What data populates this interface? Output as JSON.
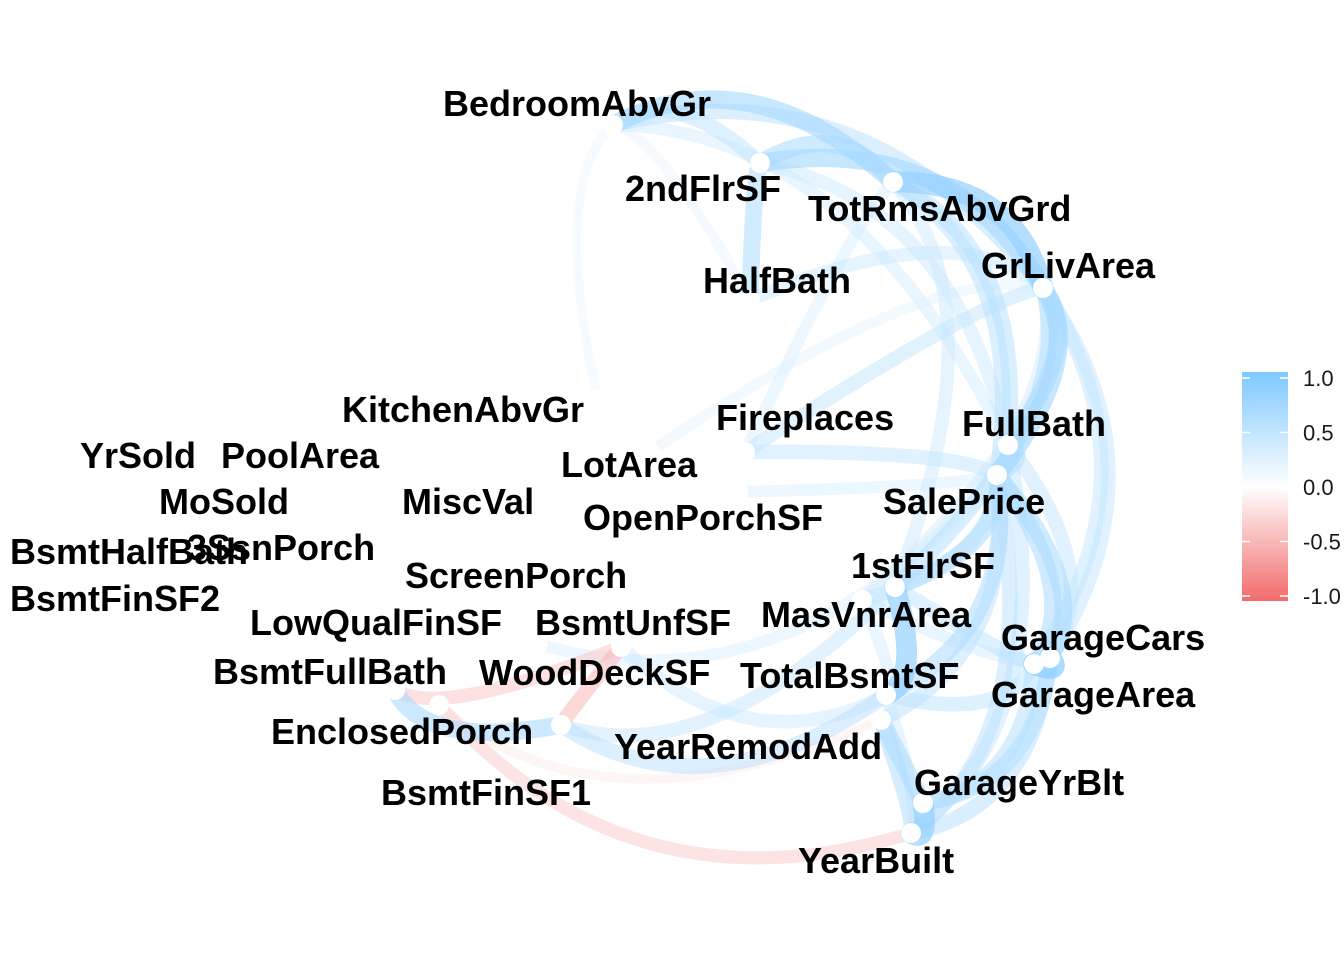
{
  "chart_data": {
    "type": "network",
    "nodes": [
      "BedroomAbvGr",
      "2ndFlrSF",
      "TotRmsAbvGrd",
      "HalfBath",
      "GrLivArea",
      "KitchenAbvGr",
      "Fireplaces",
      "FullBath",
      "YrSold",
      "PoolArea",
      "LotArea",
      "MoSold",
      "MiscVal",
      "OpenPorchSF",
      "SalePrice",
      "BsmtHalfBath",
      "3SsnPorch",
      "ScreenPorch",
      "1stFlrSF",
      "BsmtFinSF2",
      "LowQualFinSF",
      "BsmtUnfSF",
      "MasVnrArea",
      "GarageCars",
      "BsmtFullBath",
      "WoodDeckSF",
      "TotalBsmtSF",
      "GarageArea",
      "EnclosedPorch",
      "YearRemodAdd",
      "GarageYrBlt",
      "BsmtFinSF1",
      "YearBuilt"
    ],
    "edges": [
      {
        "from": "BedroomAbvGr",
        "to": "TotRmsAbvGrd",
        "r": 0.68
      },
      {
        "from": "BedroomAbvGr",
        "to": "GrLivArea",
        "r": 0.52
      },
      {
        "from": "BedroomAbvGr",
        "to": "2ndFlrSF",
        "r": 0.5
      },
      {
        "from": "BedroomAbvGr",
        "to": "HalfBath",
        "r": 0.23
      },
      {
        "from": "BedroomAbvGr",
        "to": "FullBath",
        "r": 0.36
      },
      {
        "from": "2ndFlrSF",
        "to": "GrLivArea",
        "r": 0.69
      },
      {
        "from": "2ndFlrSF",
        "to": "TotRmsAbvGrd",
        "r": 0.62
      },
      {
        "from": "2ndFlrSF",
        "to": "HalfBath",
        "r": 0.61
      },
      {
        "from": "2ndFlrSF",
        "to": "FullBath",
        "r": 0.42
      },
      {
        "from": "TotRmsAbvGrd",
        "to": "GrLivArea",
        "r": 0.83
      },
      {
        "from": "TotRmsAbvGrd",
        "to": "FullBath",
        "r": 0.55
      },
      {
        "from": "TotRmsAbvGrd",
        "to": "SalePrice",
        "r": 0.53
      },
      {
        "from": "TotRmsAbvGrd",
        "to": "1stFlrSF",
        "r": 0.41
      },
      {
        "from": "HalfBath",
        "to": "GrLivArea",
        "r": 0.42
      },
      {
        "from": "GrLivArea",
        "to": "FullBath",
        "r": 0.63
      },
      {
        "from": "GrLivArea",
        "to": "SalePrice",
        "r": 0.71
      },
      {
        "from": "GrLivArea",
        "to": "1stFlrSF",
        "r": 0.57
      },
      {
        "from": "GrLivArea",
        "to": "GarageCars",
        "r": 0.47
      },
      {
        "from": "GrLivArea",
        "to": "GarageArea",
        "r": 0.47
      },
      {
        "from": "GrLivArea",
        "to": "Fireplaces",
        "r": 0.46
      },
      {
        "from": "GrLivArea",
        "to": "MasVnrArea",
        "r": 0.39
      },
      {
        "from": "FullBath",
        "to": "SalePrice",
        "r": 0.56
      },
      {
        "from": "FullBath",
        "to": "GarageCars",
        "r": 0.47
      },
      {
        "from": "FullBath",
        "to": "YearBuilt",
        "r": 0.47
      },
      {
        "from": "SalePrice",
        "to": "GarageCars",
        "r": 0.64
      },
      {
        "from": "SalePrice",
        "to": "GarageArea",
        "r": 0.62
      },
      {
        "from": "SalePrice",
        "to": "TotalBsmtSF",
        "r": 0.61
      },
      {
        "from": "SalePrice",
        "to": "1stFlrSF",
        "r": 0.61
      },
      {
        "from": "SalePrice",
        "to": "YearBuilt",
        "r": 0.52
      },
      {
        "from": "SalePrice",
        "to": "YearRemodAdd",
        "r": 0.51
      },
      {
        "from": "SalePrice",
        "to": "MasVnrArea",
        "r": 0.48
      },
      {
        "from": "SalePrice",
        "to": "Fireplaces",
        "r": 0.47
      },
      {
        "from": "1stFlrSF",
        "to": "TotalBsmtSF",
        "r": 0.82
      },
      {
        "from": "1stFlrSF",
        "to": "GarageArea",
        "r": 0.49
      },
      {
        "from": "1stFlrSF",
        "to": "BsmtFinSF1",
        "r": 0.45
      },
      {
        "from": "TotalBsmtSF",
        "to": "BsmtFinSF1",
        "r": 0.52
      },
      {
        "from": "TotalBsmtSF",
        "to": "GarageArea",
        "r": 0.49
      },
      {
        "from": "TotalBsmtSF",
        "to": "BsmtUnfSF",
        "r": 0.42
      },
      {
        "from": "TotalBsmtSF",
        "to": "YearBuilt",
        "r": 0.39
      },
      {
        "from": "GarageCars",
        "to": "GarageArea",
        "r": 0.88
      },
      {
        "from": "GarageCars",
        "to": "YearBuilt",
        "r": 0.54
      },
      {
        "from": "GarageCars",
        "to": "GarageYrBlt",
        "r": 0.59
      },
      {
        "from": "GarageArea",
        "to": "GarageYrBlt",
        "r": 0.56
      },
      {
        "from": "GarageYrBlt",
        "to": "YearBuilt",
        "r": 0.83
      },
      {
        "from": "GarageYrBlt",
        "to": "YearRemodAdd",
        "r": 0.64
      },
      {
        "from": "YearRemodAdd",
        "to": "YearBuilt",
        "r": 0.59
      },
      {
        "from": "MasVnrArea",
        "to": "TotalBsmtSF",
        "r": 0.36
      },
      {
        "from": "MasVnrArea",
        "to": "GarageCars",
        "r": 0.36
      },
      {
        "from": "BsmtFullBath",
        "to": "BsmtFinSF1",
        "r": 0.65
      },
      {
        "from": "BsmtFullBath",
        "to": "BsmtUnfSF",
        "r": -0.42
      },
      {
        "from": "BsmtFinSF1",
        "to": "BsmtUnfSF",
        "r": -0.5
      },
      {
        "from": "EnclosedPorch",
        "to": "YearBuilt",
        "r": -0.39
      },
      {
        "from": "EnclosedPorch",
        "to": "YearRemodAdd",
        "r": -0.19
      },
      {
        "from": "WoodDeckSF",
        "to": "SalePrice",
        "r": 0.32
      },
      {
        "from": "OpenPorchSF",
        "to": "SalePrice",
        "r": 0.32
      },
      {
        "from": "Fireplaces",
        "to": "TotRmsAbvGrd",
        "r": 0.33
      },
      {
        "from": "LotArea",
        "to": "GrLivArea",
        "r": 0.26
      },
      {
        "from": "KitchenAbvGr",
        "to": "BedroomAbvGr",
        "r": 0.2
      }
    ],
    "legend": {
      "position": "right",
      "ticks": [
        "1.0",
        "0.5",
        "0.0",
        "-0.5",
        "-1.0"
      ],
      "range": [
        -1,
        1
      ]
    },
    "colors": {
      "positive": "#7ec8ff",
      "zero": "#ffffff",
      "negative": "#f26b6b",
      "node_dot": "#ffffff"
    }
  }
}
